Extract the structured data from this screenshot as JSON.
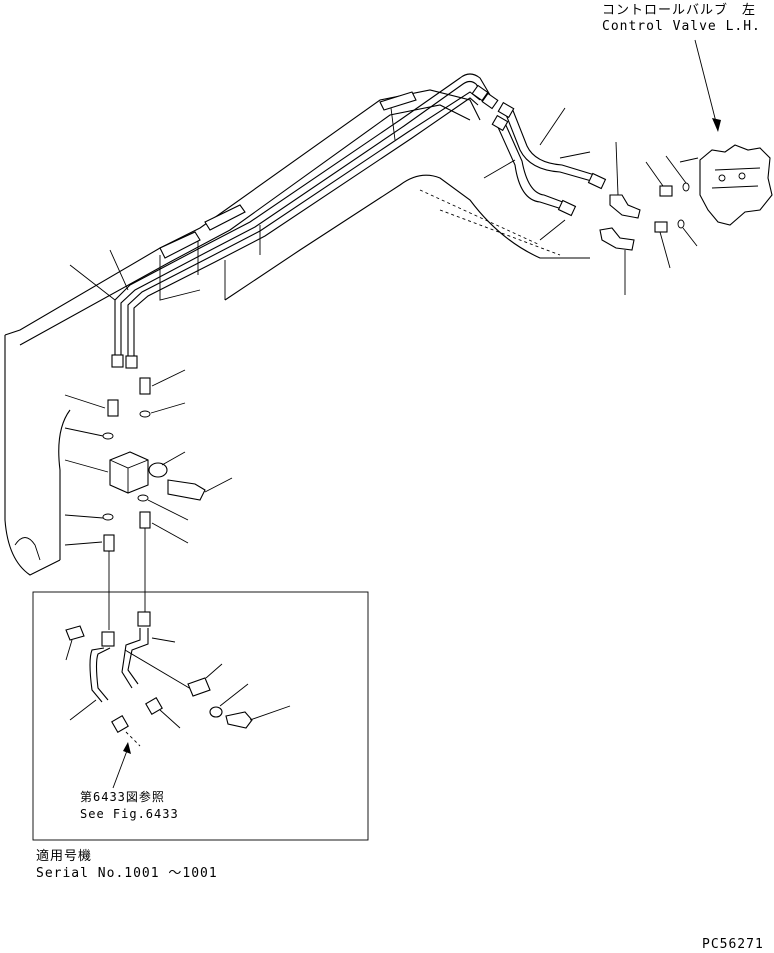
{
  "labels": {
    "control_valve_jp": "コントロールバルブ　左",
    "control_valve_en": "Control Valve L.H.",
    "see_fig_jp": "第6433図参照",
    "see_fig_en": "See Fig.6433",
    "applicable_jp": "適用号機",
    "serial": "Serial No.1001 ～1001",
    "drawing_code": "PC56271"
  }
}
